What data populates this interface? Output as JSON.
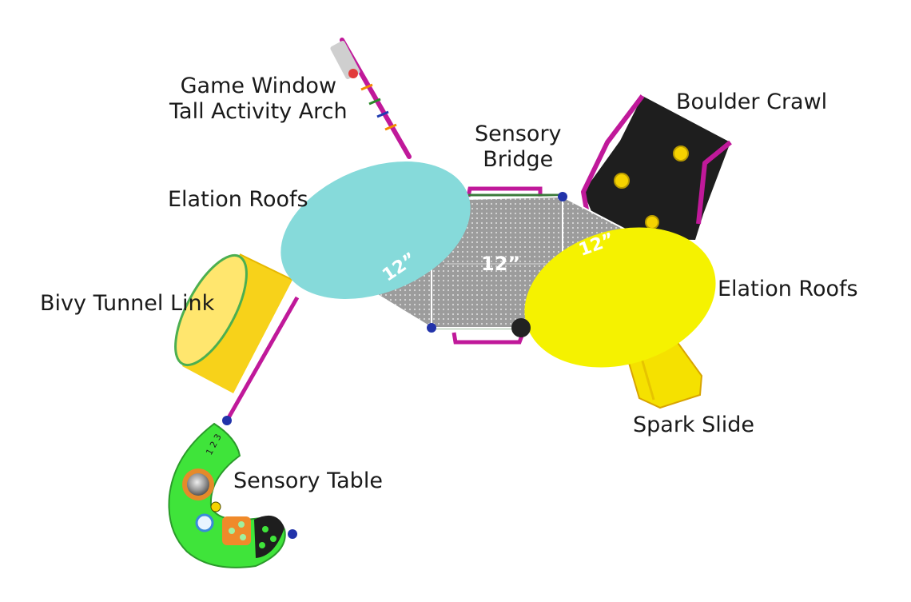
{
  "labels": {
    "game_window": [
      "Game Window",
      "Tall Activity Arch"
    ],
    "sensory_bridge": [
      "Sensory",
      "Bridge"
    ],
    "boulder_crawl": "Boulder Crawl",
    "elation_roofs_left": "Elation Roofs",
    "elation_roofs_right": "Elation Roofs",
    "bivy_tunnel": "Bivy Tunnel Link",
    "spark_slide": "Spark Slide",
    "sensory_table": "Sensory Table"
  },
  "deck_heights": {
    "left": "12”",
    "center": "12”",
    "right": "12”"
  },
  "sensory_table_text": "1 2 3",
  "colors": {
    "roof_teal": "#86dada",
    "roof_yellow": "#f5f200",
    "post_magenta": "#c0199a",
    "deck_gray": "#9a9a9a",
    "tunnel_yellow": "#f7d21a",
    "table_green": "#3fe43a",
    "crawl_black": "#1e1e1e",
    "post_cap_blue": "#2233aa"
  }
}
